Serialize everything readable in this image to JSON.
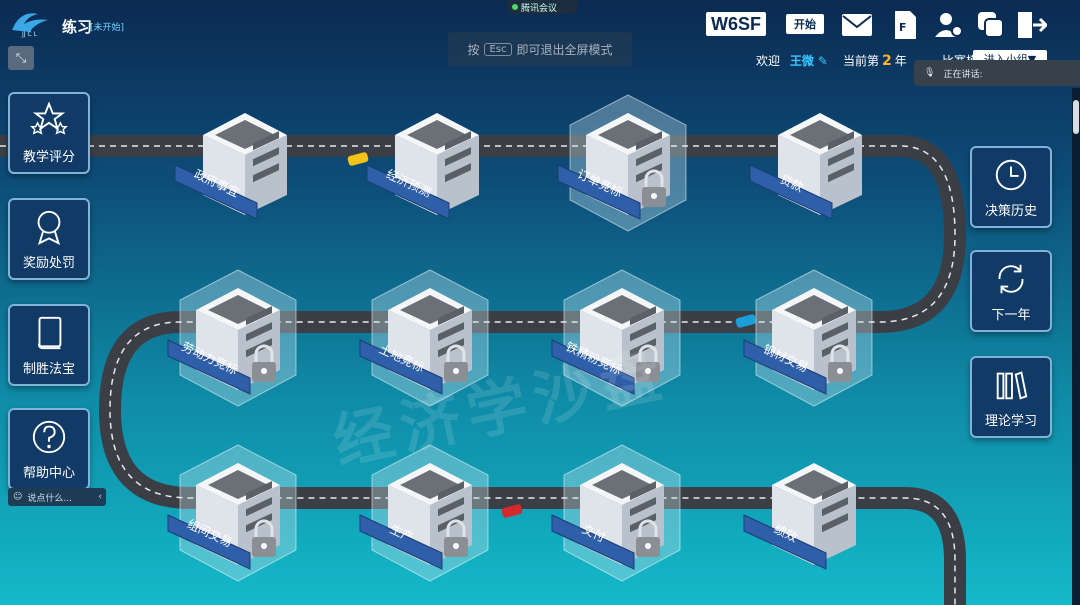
{
  "app": {
    "title": "练习",
    "status": "[未开始]",
    "logo_text": "JJ C L"
  },
  "meeting": {
    "label": "腾讯会议"
  },
  "fullscreen_hint": {
    "prefix": "按",
    "key": "Esc",
    "suffix": "即可退出全屏模式"
  },
  "toolbar": {
    "code": "W6SF",
    "start_label": "开始",
    "icons": [
      "mail-icon",
      "document-icon",
      "user-settings-icon",
      "copy-icon",
      "exit-icon"
    ]
  },
  "status": {
    "welcome_label": "欢迎",
    "user_name": "王微",
    "year_prefix": "当前第",
    "year_value": "2",
    "year_suffix": "年",
    "mode_label": "比赛模式",
    "group_select": "进入小组▼"
  },
  "speaking": {
    "label": "正在讲话:"
  },
  "left_menu": [
    {
      "label": "教学评分",
      "icon": "stars-icon"
    },
    {
      "label": "奖励处罚",
      "icon": "award-icon"
    },
    {
      "label": "制胜法宝",
      "icon": "book-icon"
    },
    {
      "label": "帮助中心",
      "icon": "help-icon"
    }
  ],
  "right_menu": [
    {
      "label": "决策历史",
      "icon": "history-icon"
    },
    {
      "label": "下一年",
      "icon": "refresh-icon"
    },
    {
      "label": "理论学习",
      "icon": "library-icon"
    }
  ],
  "chat": {
    "placeholder": "说点什么..."
  },
  "watermark": "经济学沙盘",
  "buildings": [
    {
      "label": "政府事宜",
      "locked": false
    },
    {
      "label": "经济预测",
      "locked": false
    },
    {
      "label": "订单竞标",
      "locked": true
    },
    {
      "label": "贷款",
      "locked": false
    },
    {
      "label": "劳动力竞标",
      "locked": true
    },
    {
      "label": "土地竞标",
      "locked": true
    },
    {
      "label": "铁精粉竞标",
      "locked": true
    },
    {
      "label": "钢材交易",
      "locked": true
    },
    {
      "label": "组间交易",
      "locked": true
    },
    {
      "label": "生产",
      "locked": true
    },
    {
      "label": "交付",
      "locked": true
    },
    {
      "label": "绩效",
      "locked": false
    }
  ]
}
